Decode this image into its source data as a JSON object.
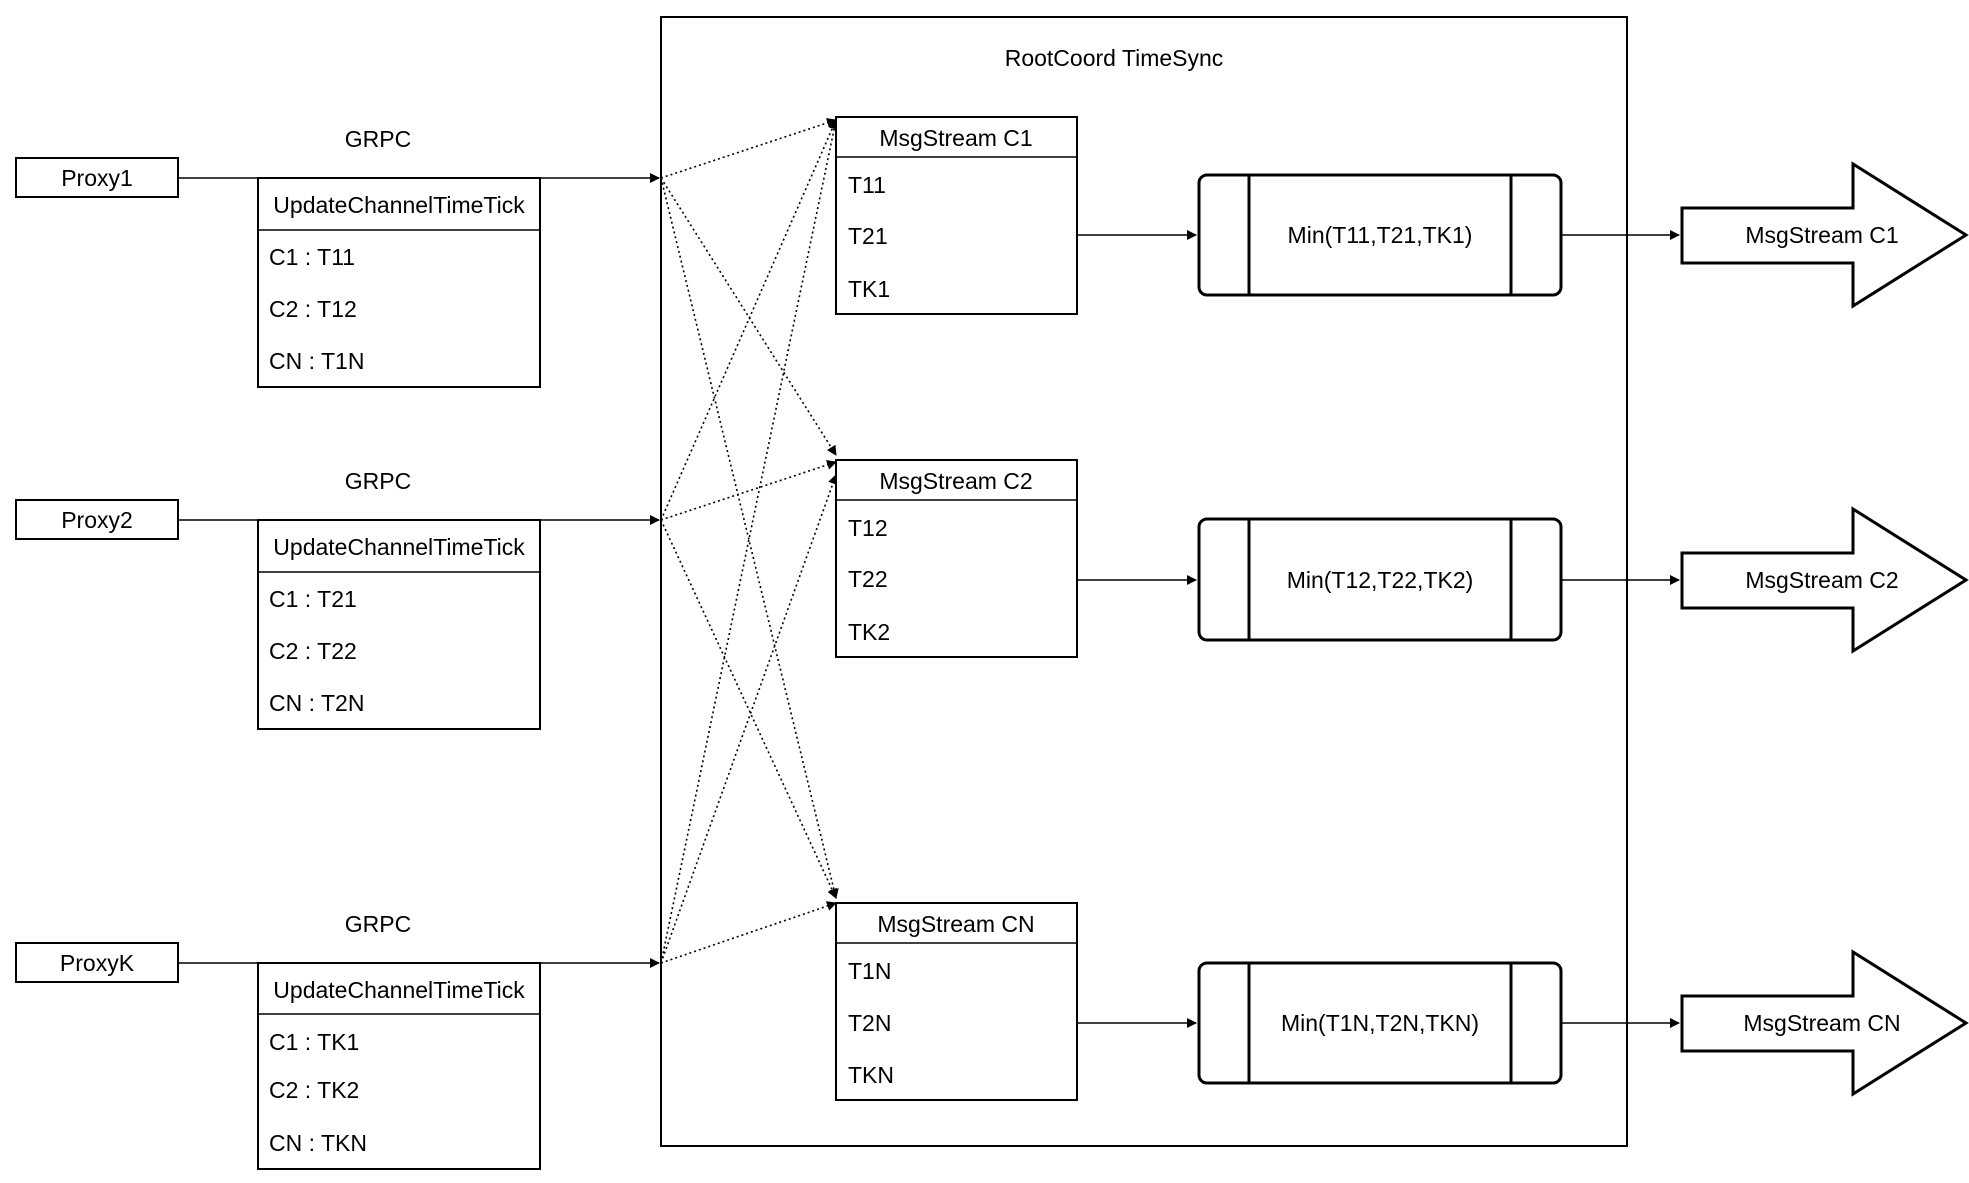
{
  "container": {
    "title": "RootCoord TimeSync"
  },
  "proxies": [
    {
      "name": "Proxy1",
      "protocol": "GRPC",
      "rpc": {
        "title": "UpdateChannelTimeTick",
        "rows": [
          "C1 :  T11",
          "C2 :  T12",
          "CN : T1N"
        ]
      }
    },
    {
      "name": "Proxy2",
      "protocol": "GRPC",
      "rpc": {
        "title": "UpdateChannelTimeTick",
        "rows": [
          "C1 :  T21",
          "C2 :  T22",
          "CN : T2N"
        ]
      }
    },
    {
      "name": "ProxyK",
      "protocol": "GRPC",
      "rpc": {
        "title": "UpdateChannelTimeTick",
        "rows": [
          "C1 :  TK1",
          "C2 :  TK2",
          "CN : TKN"
        ]
      }
    }
  ],
  "streams": [
    {
      "title": "MsgStream C1",
      "rows": [
        "T11",
        "T21",
        "TK1"
      ],
      "min": "Min(T11,T21,TK1)",
      "output": "MsgStream C1"
    },
    {
      "title": "MsgStream C2",
      "rows": [
        "T12",
        "T22",
        "TK2"
      ],
      "min": "Min(T12,T22,TK2)",
      "output": "MsgStream C2"
    },
    {
      "title": "MsgStream CN",
      "rows": [
        "T1N",
        "T2N",
        "TKN"
      ],
      "min": "Min(T1N,T2N,TKN)",
      "output": "MsgStream CN"
    }
  ]
}
